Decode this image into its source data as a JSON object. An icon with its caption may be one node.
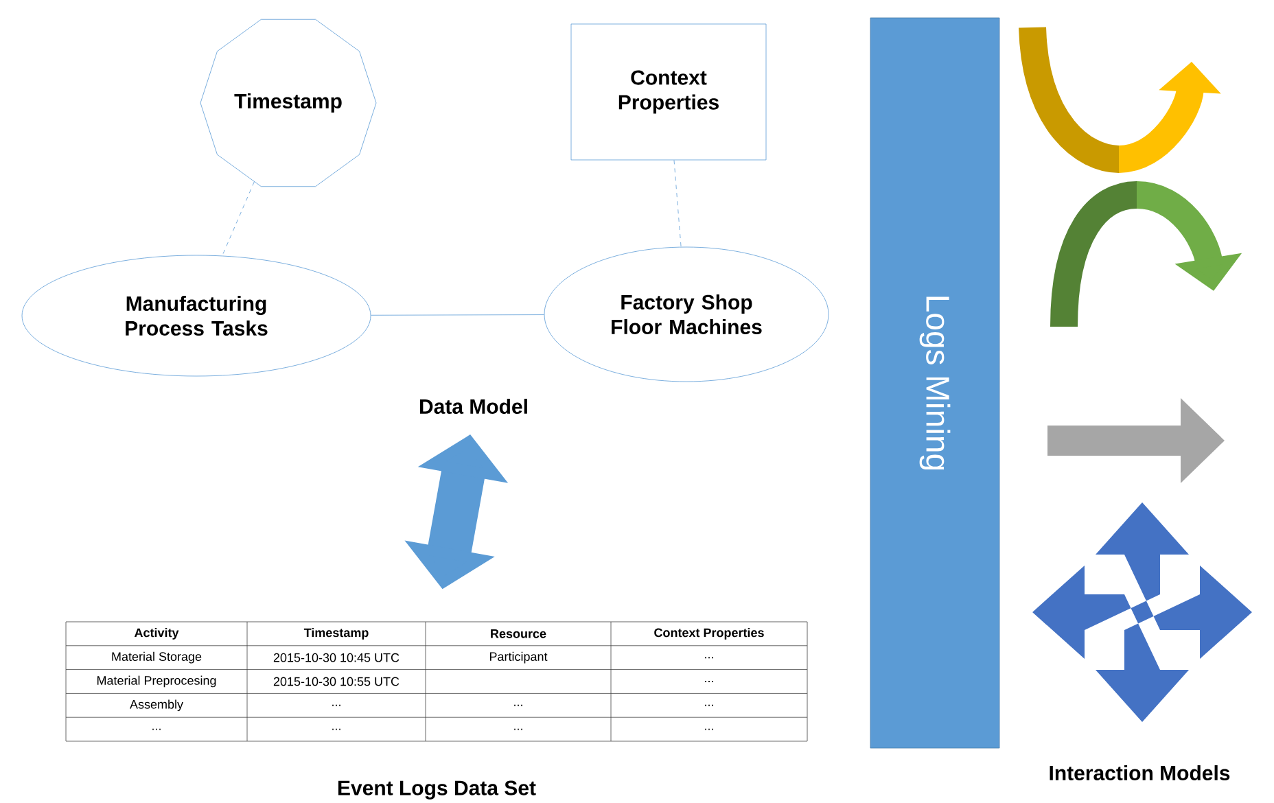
{
  "diagram": {
    "nodes": [
      {
        "text": [
          "Timestamp"
        ]
      },
      {
        "text": [
          "Context Properties"
        ]
      },
      {
        "text": [
          "Manufacturing Process Tasks"
        ]
      },
      {
        "text": [
          "Factory Shop Floor Machines"
        ]
      },
      {
        "text": [
          "Logs Mining"
        ]
      },
      {
        "text": [
          "Data Model"
        ]
      },
      {
        "text": [],
        "shape": "box",
        "beside": [
          "Event Logs Data Set"
        ]
      }
    ],
    "edges": [
      {
        "from": 0,
        "to": 2,
        "arrow": "none",
        "style": "dashed"
      },
      {
        "from": 1,
        "to": 3,
        "arrow": "none",
        "style": "dashed"
      },
      {
        "from": 2,
        "to": 3,
        "arrow": "none"
      },
      {
        "from": 5,
        "to": 6,
        "arrow": "both",
        "style": "thick",
        "color": "#5b9bd5"
      }
    ],
    "labels": [
      "Activity",
      "Timestamp",
      "Resource",
      "Context Properties",
      "Material Storage",
      "2015-10-30 10:45 UTC",
      "Participant",
      "...",
      "Material Preprocesing",
      "2015-10-30 10:55 UTC",
      "...",
      "Assembly",
      "...",
      "...",
      "...",
      "...",
      "...",
      "...",
      "...",
      "Interaction Models"
    ]
  }
}
